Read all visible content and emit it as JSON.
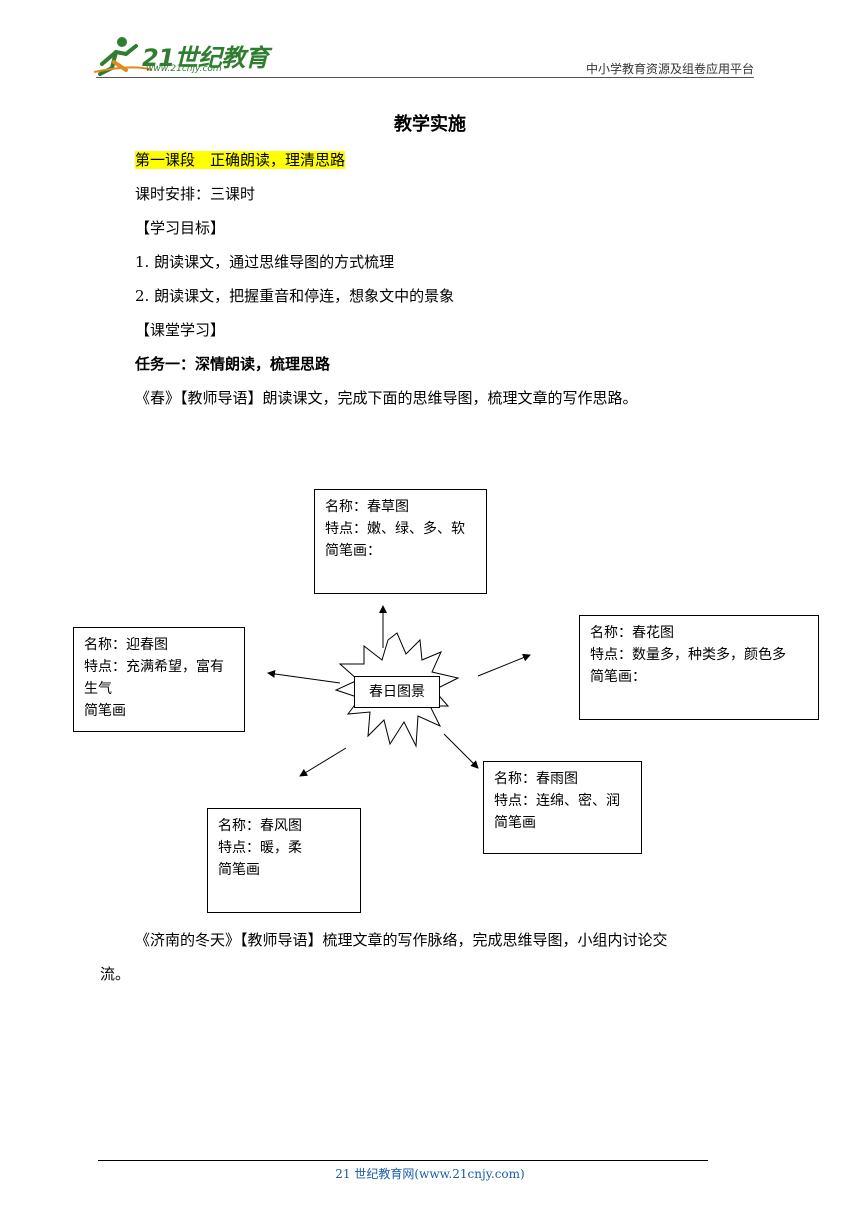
{
  "header": {
    "logo_text": "21世纪教育",
    "logo_url": "www.21cnjy.com",
    "right_text": "中小学教育资源及组卷应用平台"
  },
  "title": "教学实施",
  "section_heading": "第一课段　正确朗读，理清思路",
  "schedule": "课时安排：三课时",
  "goals_heading": "【学习目标】",
  "goals": [
    "1.  朗读课文，通过思维导图的方式梳理",
    "2.  朗读课文，把握重音和停连，想象文中的景象"
  ],
  "class_heading": "【课堂学习】",
  "task1": "任务一：深情朗读，梳理思路",
  "spring_guide": "《春》【教师导语】朗读课文，完成下面的思维导图，梳理文章的写作思路。",
  "mindmap": {
    "center": "春日图景",
    "grass": {
      "name": "名称：春草图",
      "feature": "特点：嫩、绿、多、软",
      "sketch": "简笔画："
    },
    "welcome": {
      "name": "名称：迎春图",
      "feature1": "特点：充满希望，富有",
      "feature2": "生气",
      "sketch": "简笔画"
    },
    "flower": {
      "name": "名称：春花图",
      "feature": "特点：数量多，种类多，颜色多",
      "sketch": "简笔画："
    },
    "rain": {
      "name": "名称：春雨图",
      "feature": "特点：连绵、密、润",
      "sketch": "简笔画"
    },
    "wind": {
      "name": "名称：春风图",
      "feature": "特点：暖，柔",
      "sketch": "简笔画"
    }
  },
  "jinan_line1": "《济南的冬天》【教师导语】梳理文章的写作脉络，完成思维导图，小组内讨论交",
  "jinan_line2": "流。",
  "footer": "21 世纪教育网(www.21cnjy.com)"
}
